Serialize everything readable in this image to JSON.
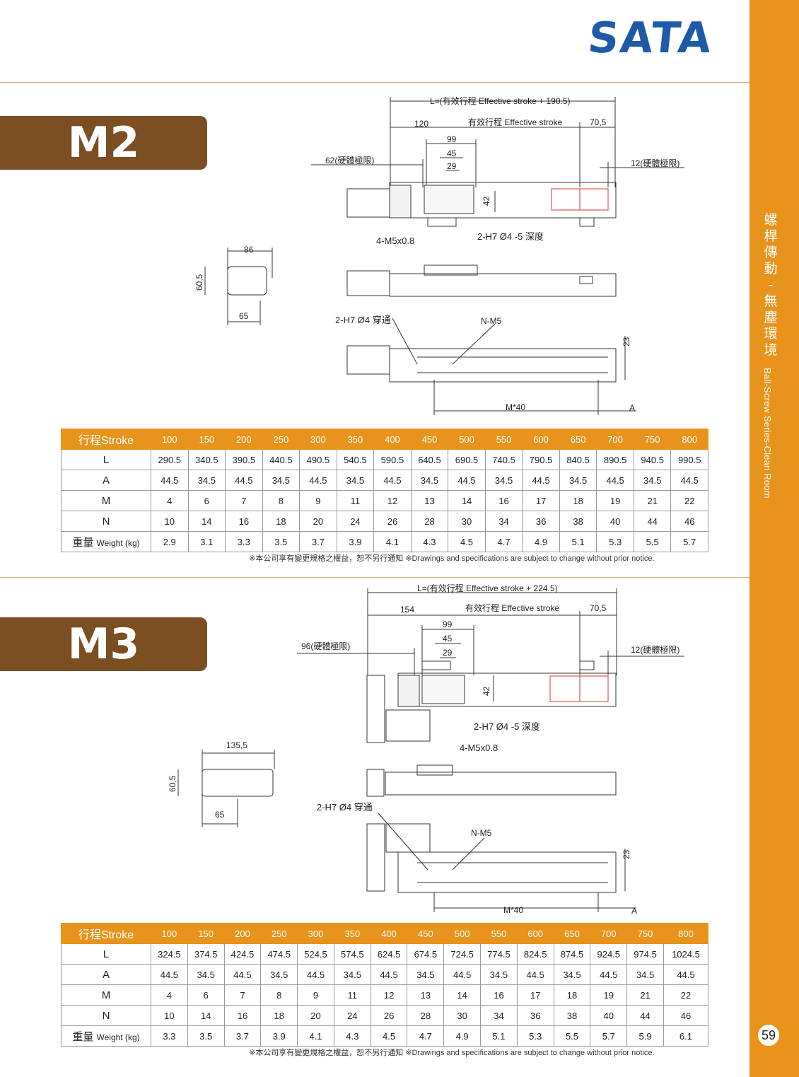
{
  "brand": {
    "logo": "SATA"
  },
  "sidebar": {
    "title_cn": [
      "螺",
      "桿",
      "傳",
      "動",
      "-",
      "無",
      "塵",
      "環",
      "境"
    ],
    "title_en": "Ball-Screw Series-Clean Room",
    "page_number": "59"
  },
  "footnote": "※本公司享有變更規格之權益，恕不另行通知 ※Drawings and specifications are subject to change without prior notice.",
  "colors": {
    "accent": "#e7931c",
    "badge": "#7b4f22",
    "logo": "#1e5aa8"
  },
  "sections": [
    {
      "model": "M2",
      "drawing": {
        "overall": "L=(有效行程 Effective stroke + 190.5)",
        "d120": "120",
        "stroke": "有效行程 Effective stroke",
        "d70": "70,5",
        "d99": "99",
        "d45": "45",
        "d29": "29",
        "d42": "42",
        "hard_left": "62(硬體極限)",
        "hard_right": "12(硬體極限)",
        "m5": "4-M5x0.8",
        "h7depth": "2-H7 Ø4 -5 深度",
        "h7thru": "2-H7 Ø4 穿通",
        "nm5": "N-M5",
        "d23": "23",
        "m40": "M*40",
        "a": "A",
        "end_width": "86",
        "end_height": "60,5",
        "end_inner": "65"
      },
      "table": {
        "header": "行程Stroke",
        "strokes": [
          "100",
          "150",
          "200",
          "250",
          "300",
          "350",
          "400",
          "450",
          "500",
          "550",
          "600",
          "650",
          "700",
          "750",
          "800"
        ],
        "rows": [
          {
            "label": "L",
            "values": [
              "290.5",
              "340.5",
              "390.5",
              "440.5",
              "490.5",
              "540.5",
              "590.5",
              "640.5",
              "690.5",
              "740.5",
              "790.5",
              "840.5",
              "890.5",
              "940.5",
              "990.5"
            ]
          },
          {
            "label": "A",
            "values": [
              "44.5",
              "34.5",
              "44.5",
              "34.5",
              "44.5",
              "34.5",
              "44.5",
              "34.5",
              "44.5",
              "34.5",
              "44.5",
              "34.5",
              "44.5",
              "34.5",
              "44.5"
            ]
          },
          {
            "label": "M",
            "values": [
              "4",
              "6",
              "7",
              "8",
              "9",
              "11",
              "12",
              "13",
              "14",
              "16",
              "17",
              "18",
              "19",
              "21",
              "22"
            ]
          },
          {
            "label": "N",
            "values": [
              "10",
              "14",
              "16",
              "18",
              "20",
              "24",
              "26",
              "28",
              "30",
              "34",
              "36",
              "38",
              "40",
              "44",
              "46"
            ]
          },
          {
            "label": "重量",
            "label_small": "Weight (kg)",
            "values": [
              "2.9",
              "3.1",
              "3.3",
              "3.5",
              "3.7",
              "3.9",
              "4.1",
              "4.3",
              "4.5",
              "4.7",
              "4.9",
              "5.1",
              "5.3",
              "5.5",
              "5.7"
            ]
          }
        ]
      }
    },
    {
      "model": "M3",
      "drawing": {
        "overall": "L=(有效行程 Effective stroke + 224.5)",
        "d120": "154",
        "stroke": "有效行程 Effective stroke",
        "d70": "70,5",
        "d99": "99",
        "d45": "45",
        "d29": "29",
        "d42": "42",
        "hard_left": "96(硬體極限)",
        "hard_right": "12(硬體極限)",
        "m5": "4-M5x0.8",
        "h7depth": "2-H7 Ø4 -5 深度",
        "h7thru": "2-H7 Ø4 穿通",
        "nm5": "N-M5",
        "d23": "23",
        "m40": "M*40",
        "a": "A",
        "end_width": "135,5",
        "end_height": "60,5",
        "end_inner": "65"
      },
      "table": {
        "header": "行程Stroke",
        "strokes": [
          "100",
          "150",
          "200",
          "250",
          "300",
          "350",
          "400",
          "450",
          "500",
          "550",
          "600",
          "650",
          "700",
          "750",
          "800"
        ],
        "rows": [
          {
            "label": "L",
            "values": [
              "324.5",
              "374.5",
              "424.5",
              "474.5",
              "524.5",
              "574.5",
              "624.5",
              "674.5",
              "724.5",
              "774.5",
              "824.5",
              "874.5",
              "924.5",
              "974.5",
              "1024.5"
            ]
          },
          {
            "label": "A",
            "values": [
              "44.5",
              "34.5",
              "44.5",
              "34.5",
              "44.5",
              "34.5",
              "44.5",
              "34.5",
              "44.5",
              "34.5",
              "44.5",
              "34.5",
              "44.5",
              "34.5",
              "44.5"
            ]
          },
          {
            "label": "M",
            "values": [
              "4",
              "6",
              "7",
              "8",
              "9",
              "11",
              "12",
              "13",
              "14",
              "16",
              "17",
              "18",
              "19",
              "21",
              "22"
            ]
          },
          {
            "label": "N",
            "values": [
              "10",
              "14",
              "16",
              "18",
              "20",
              "24",
              "26",
              "28",
              "30",
              "34",
              "36",
              "38",
              "40",
              "44",
              "46"
            ]
          },
          {
            "label": "重量",
            "label_small": "Weight (kg)",
            "values": [
              "3.3",
              "3.5",
              "3.7",
              "3.9",
              "4.1",
              "4.3",
              "4.5",
              "4.7",
              "4.9",
              "5.1",
              "5.3",
              "5.5",
              "5.7",
              "5.9",
              "6.1"
            ]
          }
        ]
      }
    }
  ]
}
